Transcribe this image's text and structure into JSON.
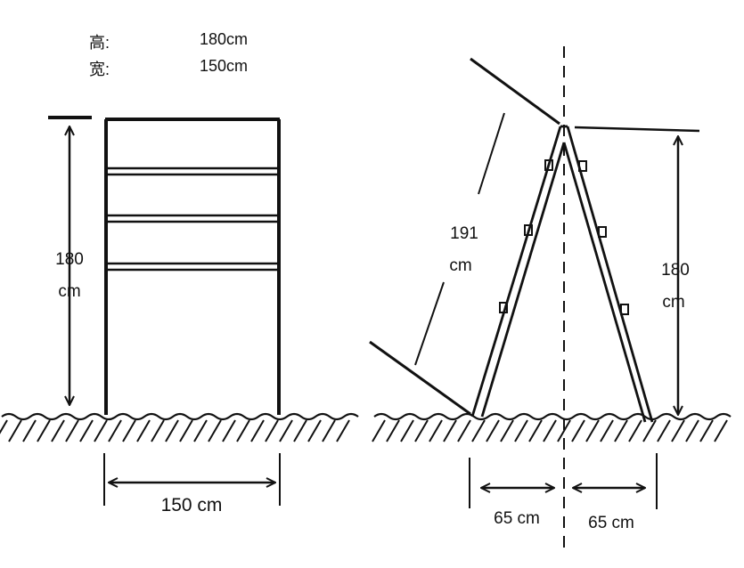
{
  "specs": {
    "height_label": "高:",
    "height_value": "180cm",
    "width_label": "宽:",
    "width_value": "150cm"
  },
  "front_view": {
    "height_num": "180",
    "height_unit": "cm",
    "width_dim": "150 cm"
  },
  "side_view": {
    "slant_num": "191",
    "slant_unit": "cm",
    "height_num": "180",
    "height_unit": "cm",
    "left_base": "65 cm",
    "right_base": "65 cm"
  }
}
